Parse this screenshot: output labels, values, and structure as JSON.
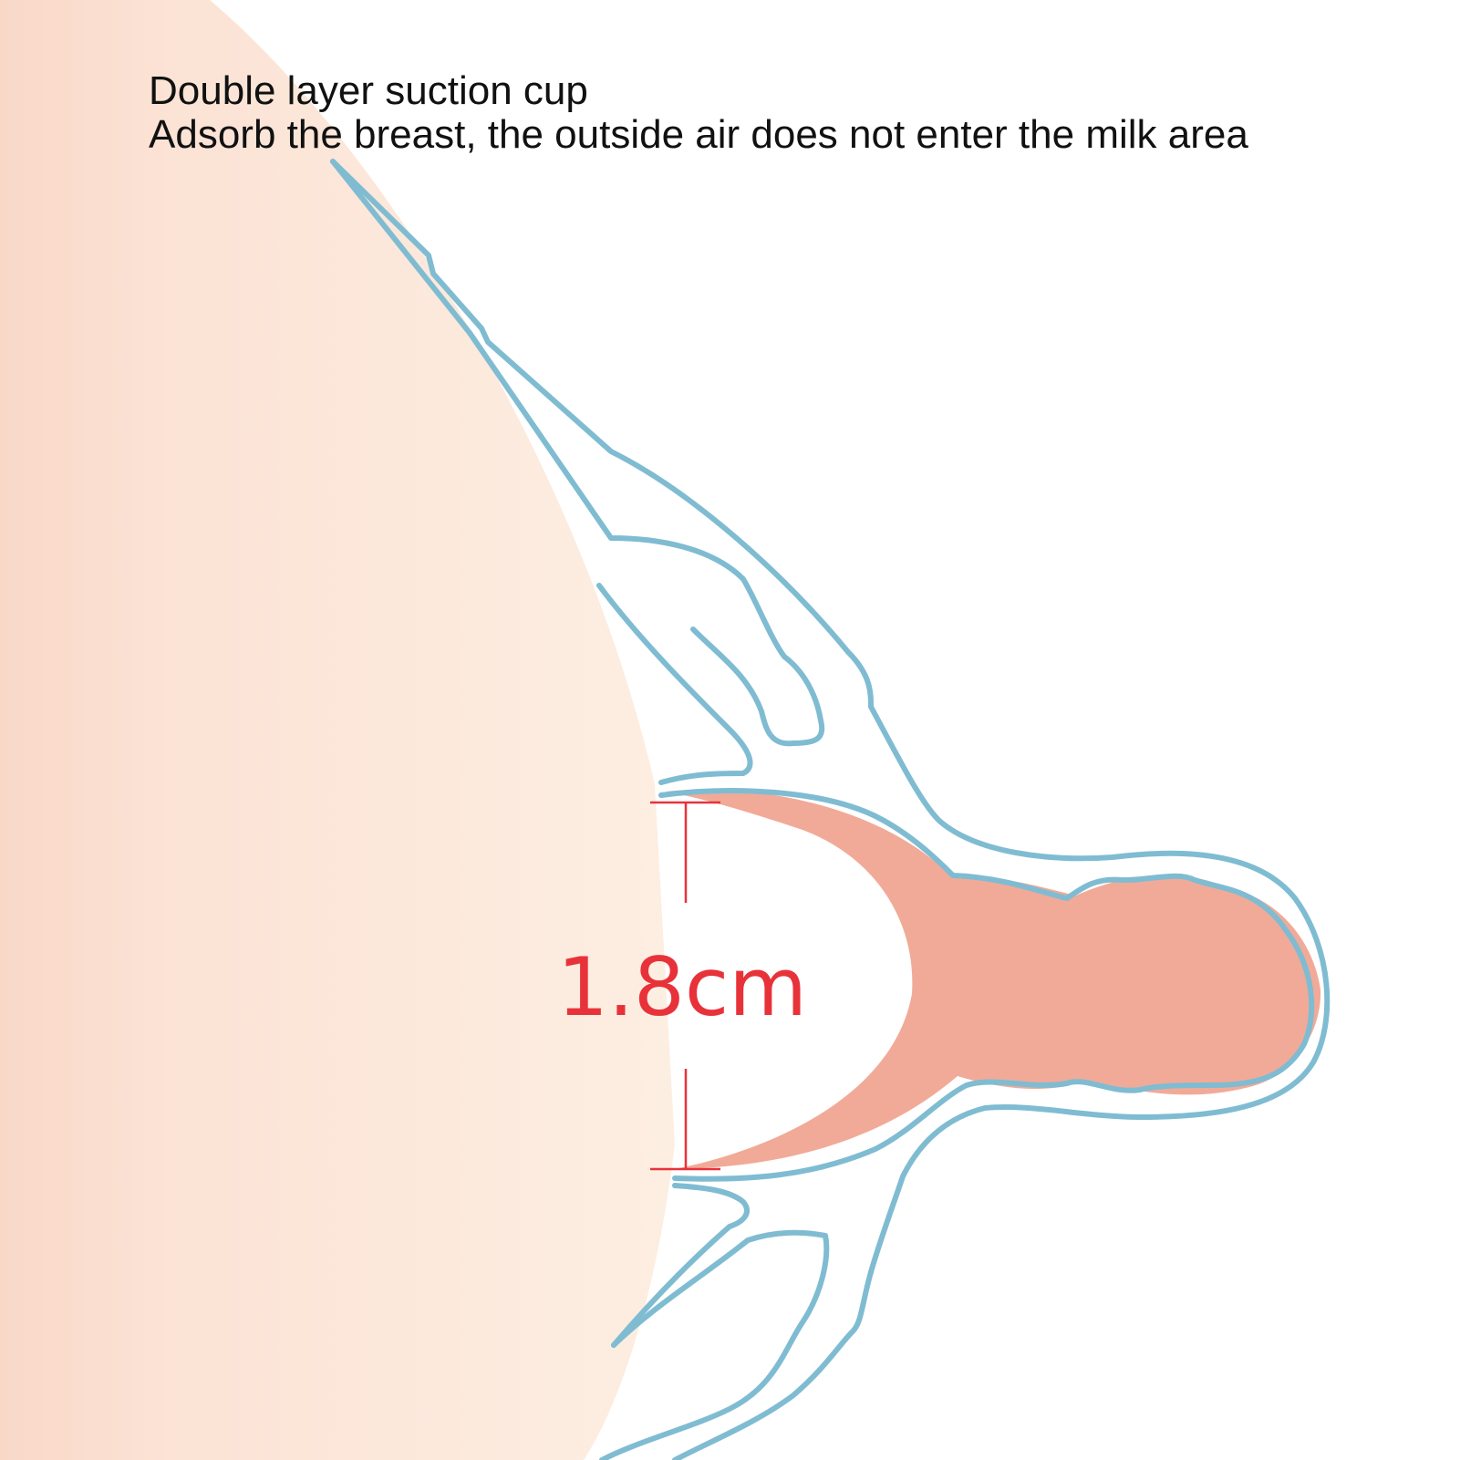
{
  "caption": {
    "title": "Double layer suction cup",
    "subtitle": "Adsorb the breast, the outside air does not enter the milk area"
  },
  "measurement": {
    "label": "1.8cm"
  },
  "colors": {
    "skin_light": "#fbeadb",
    "skin_edge": "#f8d4c4",
    "nipple": "#f1aa98",
    "flange_outline": "#7fbcd2",
    "dimension_red": "#e8323a",
    "text": "#111111"
  }
}
